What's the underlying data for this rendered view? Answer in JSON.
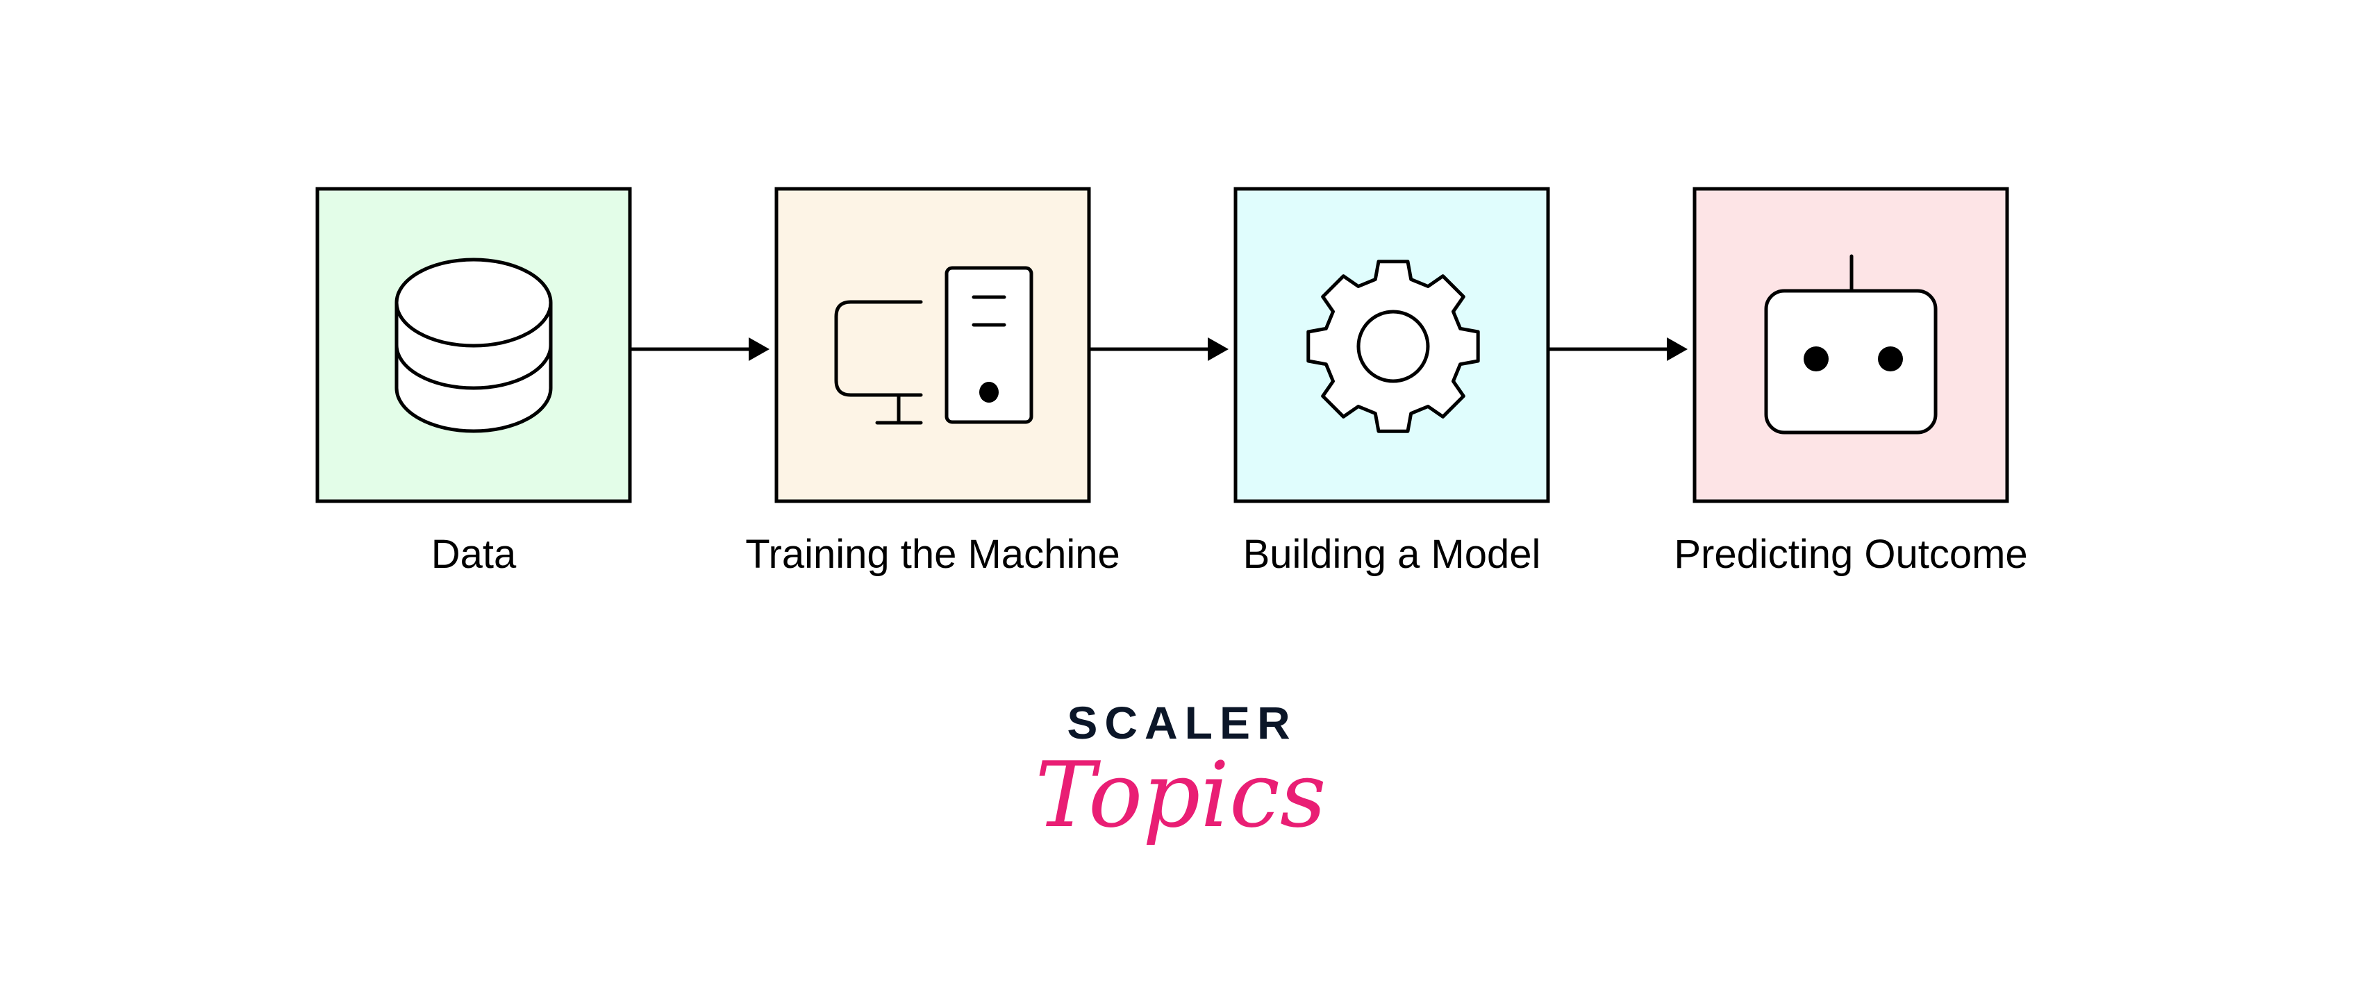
{
  "steps": [
    {
      "label": "Data",
      "icon": "database-icon",
      "color": "#e3fde8"
    },
    {
      "label": "Training the Machine",
      "icon": "computer-icon",
      "color": "#fdf4e6"
    },
    {
      "label": "Building a Model",
      "icon": "gear-icon",
      "color": "#e0fdfd"
    },
    {
      "label": "Predicting Outcome",
      "icon": "robot-icon",
      "color": "#fde4e6"
    }
  ],
  "logo": {
    "line1": "SCALER",
    "line2": "Topics",
    "color1": "#0b1628",
    "color2": "#e91e74"
  }
}
